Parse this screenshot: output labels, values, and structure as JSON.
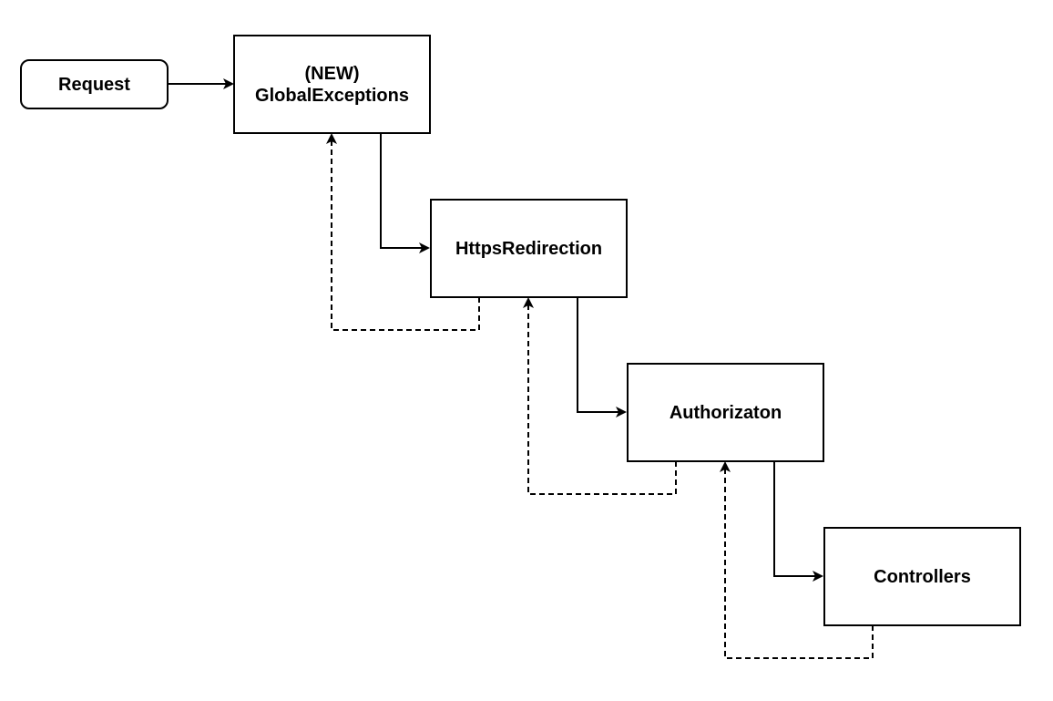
{
  "diagram": {
    "nodes": {
      "request": {
        "label": "Request"
      },
      "global_exceptions": {
        "line1": "(NEW)",
        "line2": "GlobalExceptions"
      },
      "https_redirection": {
        "label": "HttpsRedirection"
      },
      "authorization": {
        "label": "Authorizaton"
      },
      "controllers": {
        "label": "Controllers"
      }
    },
    "colors": {
      "stroke": "#000000",
      "fill": "#ffffff"
    }
  }
}
